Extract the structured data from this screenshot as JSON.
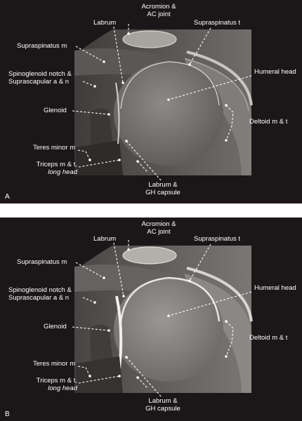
{
  "panels": [
    {
      "letter": "A",
      "labels": {
        "acromion_l1": "Acromion &",
        "acromion_l2": "AC joint",
        "labrum_top": "Labrum",
        "supraspinatus_t": "Supraspinatus t",
        "supraspinatus_m": "Supraspinatus m",
        "humeral_head": "Humeral head",
        "spinoglenoid_l1": "Spinoglenoid notch &",
        "spinoglenoid_l2": "Suprascapular a & n",
        "glenoid": "Glenoid",
        "deltoid": "Deltoid m & t",
        "teres_minor": "Teres minor m",
        "triceps_l1": "Triceps m & t,",
        "triceps_l2": "long head",
        "labrum_capsule_l1": "Labrum &",
        "labrum_capsule_l2": "GH capsule"
      }
    },
    {
      "letter": "B",
      "labels": {
        "acromion_l1": "Acromion &",
        "acromion_l2": "AC joint",
        "labrum_top": "Labrum",
        "supraspinatus_t": "Supraspinatus t",
        "supraspinatus_m": "Supraspinatus m",
        "humeral_head": "Humeral head",
        "spinoglenoid_l1": "Spinoglenoid notch &",
        "spinoglenoid_l2": "Suprascapular a & n",
        "glenoid": "Glenoid",
        "deltoid": "Deltoid m & t",
        "teres_minor": "Teres minor m",
        "triceps_l1": "Triceps m & t,",
        "triceps_l2": "long head",
        "labrum_capsule_l1": "Labrum &",
        "labrum_capsule_l2": "GH capsule"
      }
    }
  ]
}
